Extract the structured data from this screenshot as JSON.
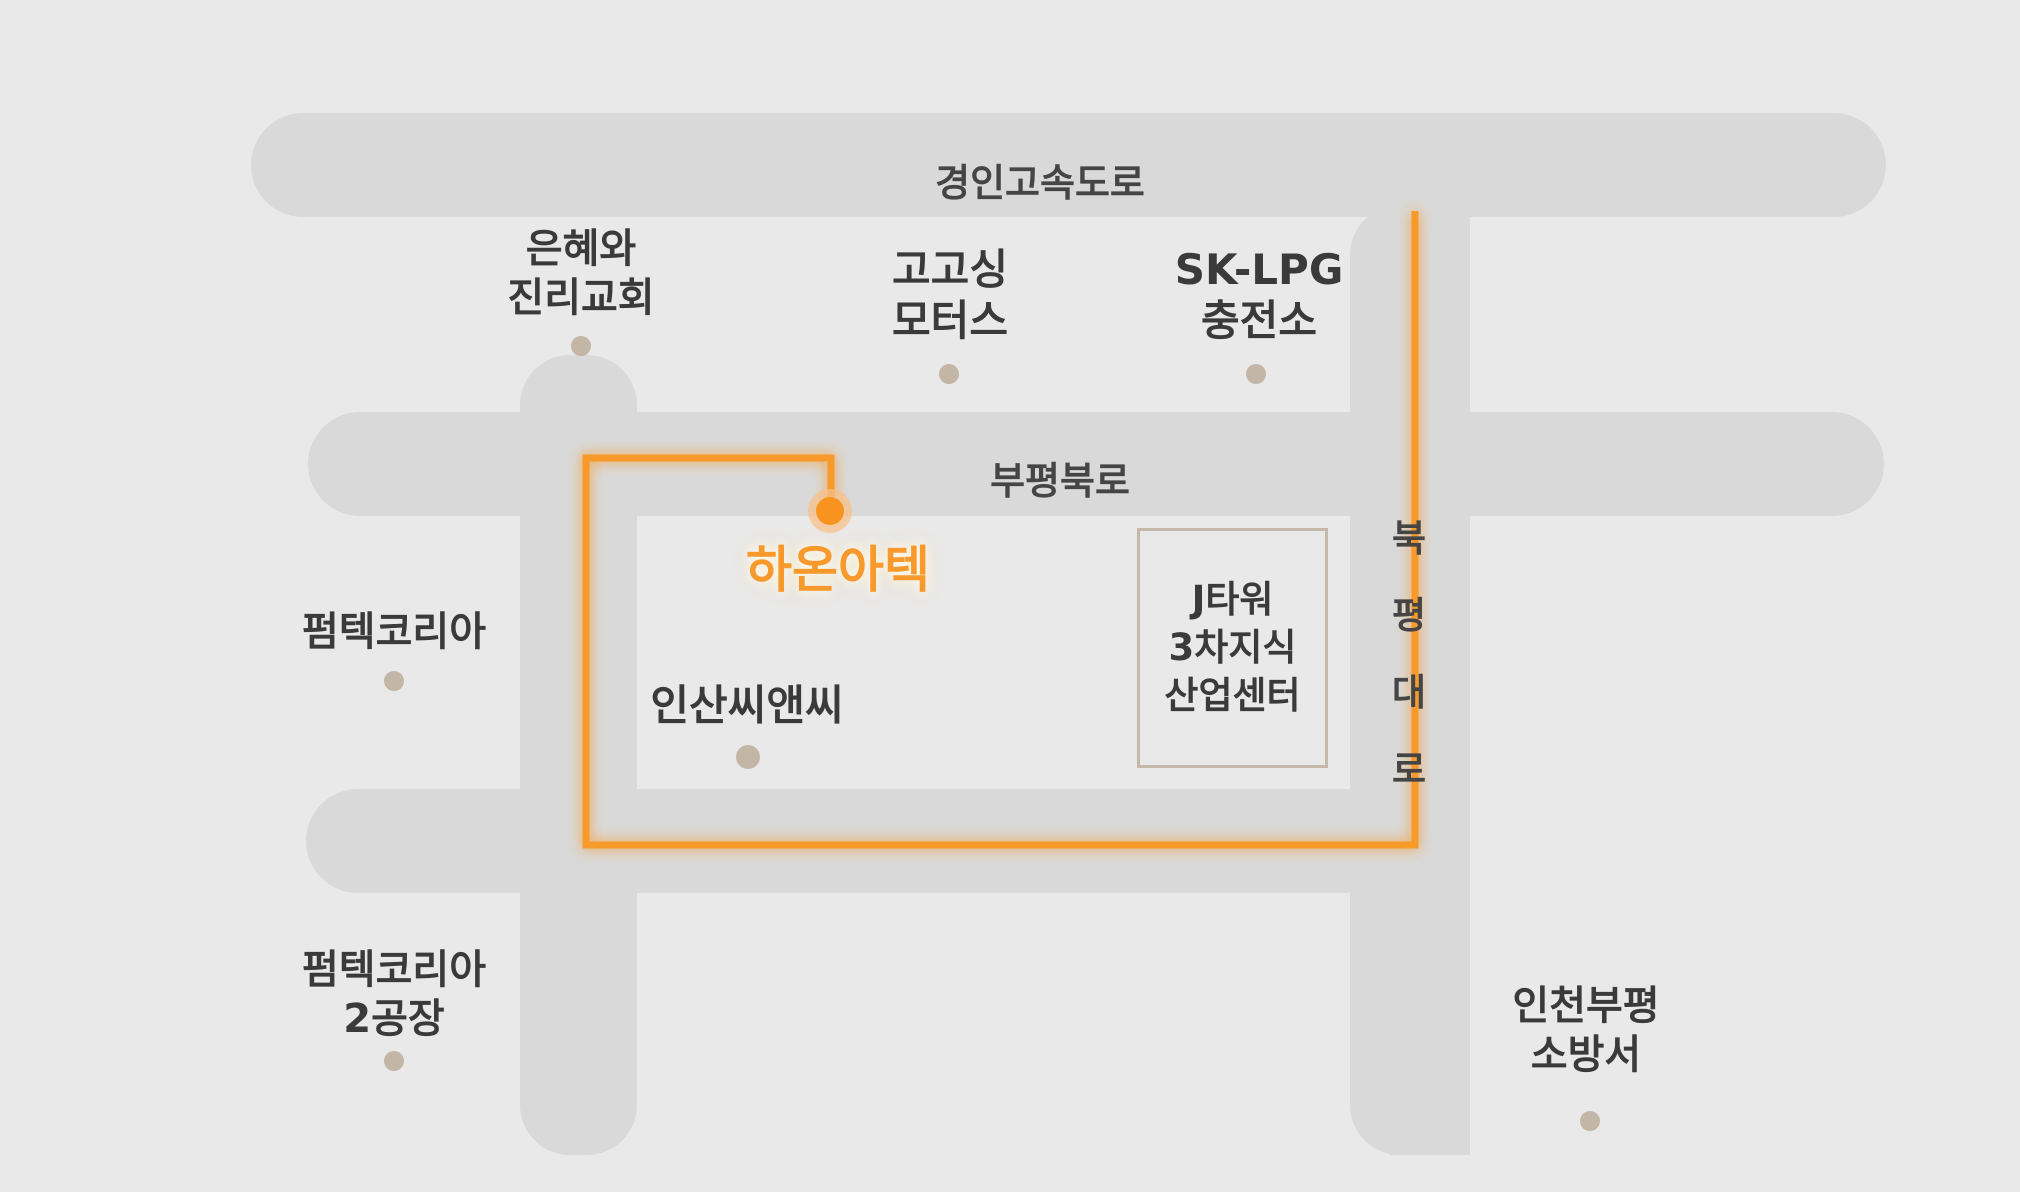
{
  "roads": {
    "top_highway": "경인고속도로",
    "middle": "부평북로",
    "vertical_east": "북평대로"
  },
  "pois": [
    {
      "id": "church",
      "label": "은혜와\n진리교회"
    },
    {
      "id": "gogosing",
      "label": "고고싱\n모터스"
    },
    {
      "id": "sk-lpg",
      "label": "SK-LPG\n충전소"
    },
    {
      "id": "pumtech",
      "label": "펌텍코리아"
    },
    {
      "id": "insan",
      "label": "인산씨앤씨"
    },
    {
      "id": "pumtech2",
      "label": "펌텍코리아\n2공장"
    },
    {
      "id": "fire-station",
      "label": "인천부평\n소방서"
    }
  ],
  "building": {
    "label": "J타워\n3차지식\n산업센터"
  },
  "destination": {
    "label": "하온아텍"
  },
  "colors": {
    "background": "#e9e9e9",
    "road": "#d9d9d9",
    "route": "#f79a2b",
    "poi_dot": "#c4b6a6",
    "text": "#3a3a3a"
  }
}
